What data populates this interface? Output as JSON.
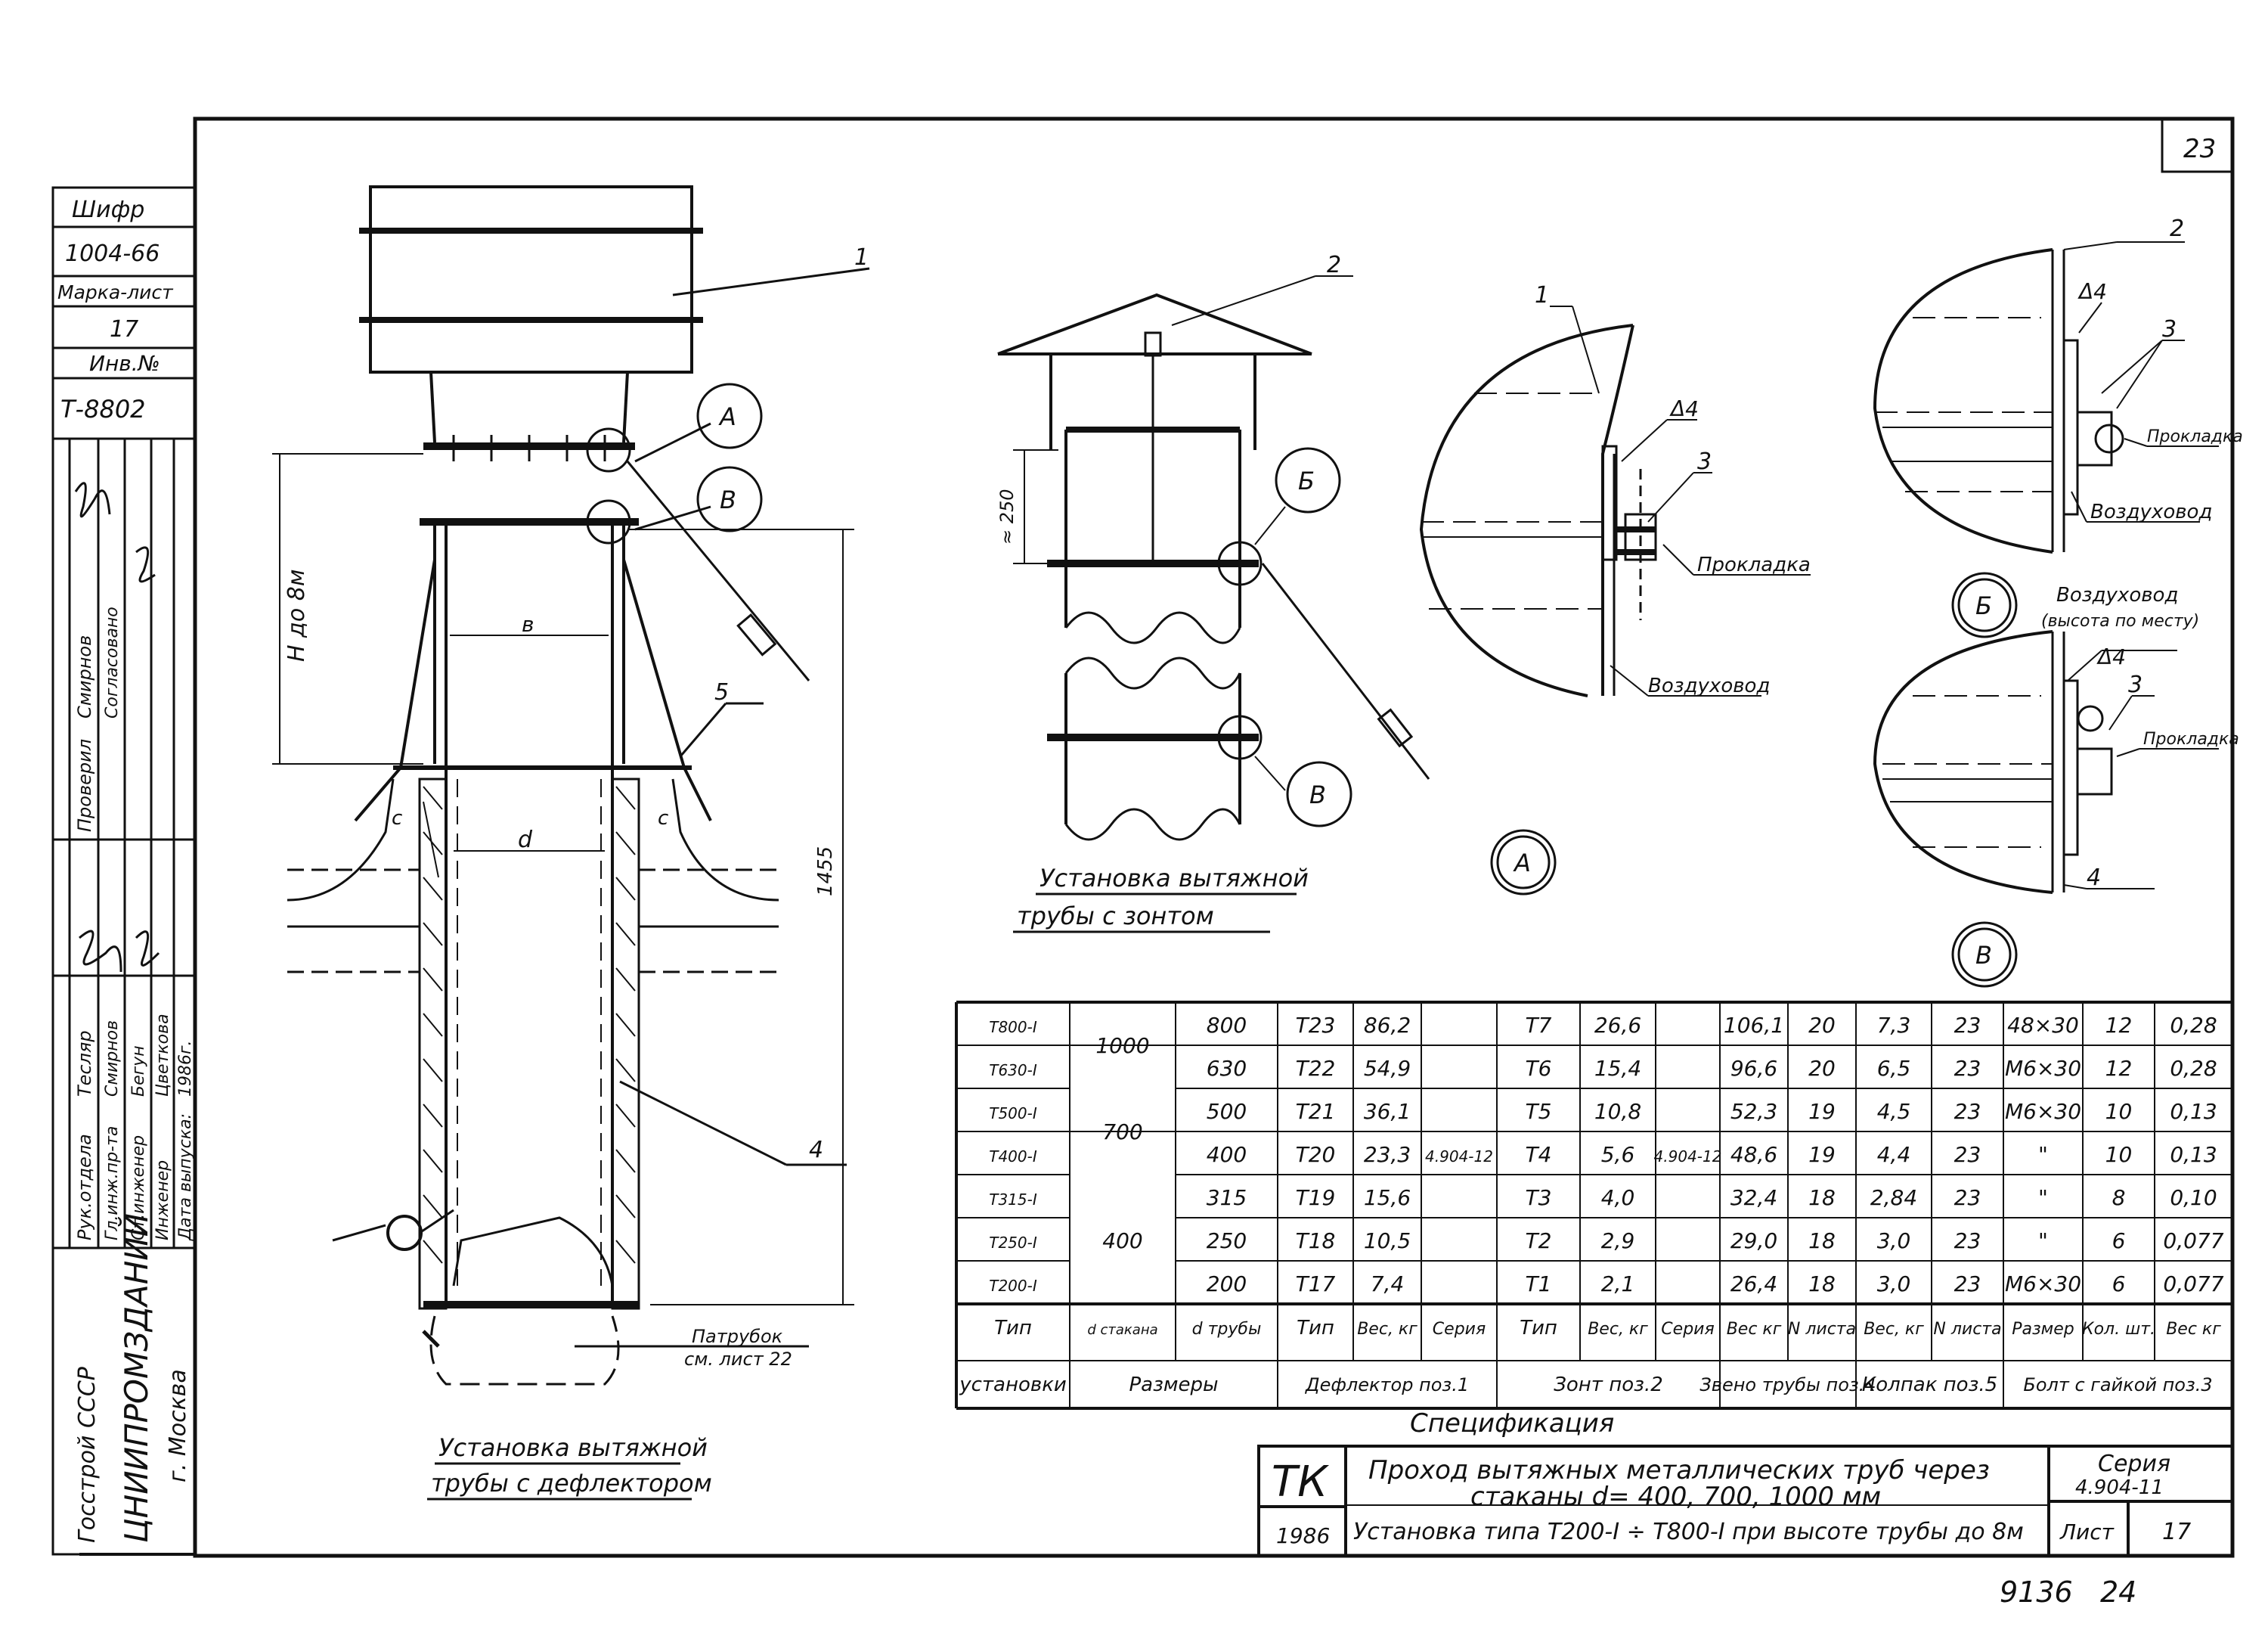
{
  "sheet_number_corner": "23",
  "left_stamp": {
    "shifr_label": "Шифр",
    "shifr_value": "1004-66",
    "marka_label": "Марка-лист",
    "marka_value": "17",
    "inv_label": "Инв.№",
    "inv_value": "Т-8802",
    "roles": [
      "Рук.отдела",
      "Гл.инж.пр-та",
      "Ст.инженер",
      "Инженер",
      "Дата выпуска:"
    ],
    "names": [
      "Тесляр",
      "Смирнов",
      "Бегун",
      "Цветкова",
      "1986г."
    ],
    "check_label": "Проверил",
    "check_name": "Смирнов",
    "agreed_label": "Согласовано",
    "org1": "Госстрой СССР",
    "org2": "ЦНИИПРОМЗДАНИЙ",
    "city": "г. Москва"
  },
  "labels": {
    "pos1": "1",
    "pos2": "2",
    "pos3": "3",
    "pos4": "4",
    "pos5": "5",
    "callA": "А",
    "callB": "В",
    "callBe": "Б",
    "height_note": "H до 8м",
    "dim_1455": "1455",
    "dim_250": "≈ 250",
    "dim_b": "в",
    "dim_d": "d",
    "dim_c": "с",
    "patrubok1": "Патрубок",
    "patrubok2": "см. лист 22",
    "title_left1": "Установка вытяжной",
    "title_left2": "трубы с дефлектором",
    "title_mid1": "Установка вытяжной",
    "title_mid2": "трубы с зонтом",
    "delta4": "Δ4",
    "prokladka": "Прокладка",
    "vozduhovod": "Воздуховод",
    "vozduhovod_note": "(высота по месту)"
  },
  "spec_table": {
    "rows": [
      [
        "Т800-I",
        "800",
        "Т23",
        "86,2",
        "",
        "Т7",
        "26,6",
        "",
        "106,1",
        "20",
        "7,3",
        "23",
        "48×30",
        "12",
        "0,28"
      ],
      [
        "Т630-I",
        "630",
        "Т22",
        "54,9",
        "",
        "Т6",
        "15,4",
        "",
        "96,6",
        "20",
        "6,5",
        "23",
        "М6×30",
        "12",
        "0,28"
      ],
      [
        "Т500-I",
        "500",
        "Т21",
        "36,1",
        "",
        "Т5",
        "10,8",
        "",
        "52,3",
        "19",
        "4,5",
        "23",
        "М6×30",
        "10",
        "0,13"
      ],
      [
        "Т400-I",
        "400",
        "Т20",
        "23,3",
        "4.904-12",
        "Т4",
        "5,6",
        "4.904-12",
        "48,6",
        "19",
        "4,4",
        "23",
        "\"",
        "10",
        "0,13"
      ],
      [
        "Т315-I",
        "315",
        "Т19",
        "15,6",
        "",
        "Т3",
        "4,0",
        "",
        "32,4",
        "18",
        "2,84",
        "23",
        "\"",
        "8",
        "0,10"
      ],
      [
        "Т250-I",
        "250",
        "Т18",
        "10,5",
        "",
        "Т2",
        "2,9",
        "",
        "29,0",
        "18",
        "3,0",
        "23",
        "\"",
        "6",
        "0,077"
      ],
      [
        "Т200-I",
        "200",
        "Т17",
        "7,4",
        "",
        "Т1",
        "2,1",
        "",
        "26,4",
        "18",
        "3,0",
        "23",
        "М6×30",
        "6",
        "0,077"
      ]
    ],
    "glass_groups": [
      "1000",
      "700",
      "400"
    ],
    "head1": [
      "Тип",
      "d стакана",
      "d трубы",
      "Тип",
      "Вес, кг",
      "Серия",
      "Тип",
      "Вес, кг",
      "Серия",
      "Вес кг",
      "N листа",
      "Вес, кг",
      "N листа",
      "Размер",
      "Кол. шт.",
      "Вес кг"
    ],
    "head2": [
      "установки",
      "Размеры",
      "Дефлектор поз.1",
      "Зонт поз.2",
      "Звено трубы поз.4",
      "Колпак поз.5",
      "Болт с гайкой поз.3"
    ],
    "caption": "Спецификация"
  },
  "title_block": {
    "tk": "ТК",
    "year": "1986",
    "line1": "Проход вытяжных металлических труб через",
    "line2": "стаканы d= 400, 700, 1000 мм",
    "line3": "Установка типа Т200-I ÷ Т800-I при высоте трубы до 8м",
    "series_label": "Серия",
    "series_value": "4.904-11",
    "sheet_label": "Лист",
    "sheet_value": "17"
  },
  "bottom_note": "9136   24"
}
